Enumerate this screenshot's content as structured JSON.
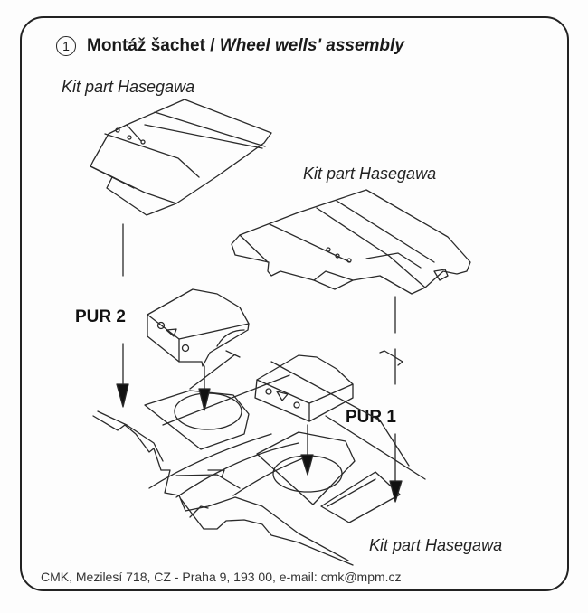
{
  "title": {
    "step_number": "1",
    "czech": "Montáž šachet",
    "separator": " / ",
    "english": "Wheel wells' assembly"
  },
  "labels": {
    "kit_part_top_left": "Kit part Hasegawa",
    "kit_part_top_right": "Kit part Hasegawa",
    "kit_part_bottom_right": "Kit part Hasegawa",
    "pur2": "PUR 2",
    "pur1": "PUR 1"
  },
  "footer": {
    "text": "CMK, Mezilesí 718, CZ - Praha 9, 193 00, e-mail: cmk@mpm.cz"
  },
  "colors": {
    "line": "#2a2a2a",
    "background": "#fdfdfd"
  }
}
